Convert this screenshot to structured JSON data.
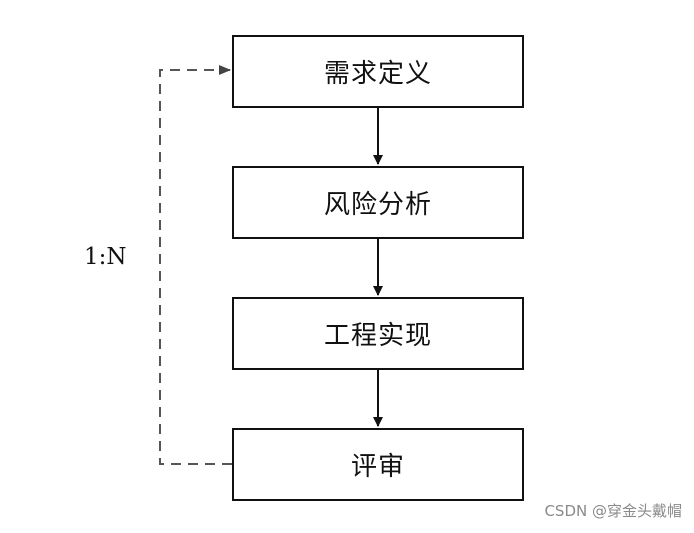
{
  "diagram": {
    "steps": [
      {
        "label": "需求定义"
      },
      {
        "label": "风险分析"
      },
      {
        "label": "工程实现"
      },
      {
        "label": "评审"
      }
    ],
    "feedback": {
      "label": "1:N",
      "from": "评审",
      "to": "需求定义",
      "style": "dashed"
    },
    "colors": {
      "stroke": "#111111",
      "dashed": "#555555",
      "watermark": "#8a8a8a"
    }
  },
  "watermark": {
    "text": "CSDN @穿金头戴帽"
  }
}
